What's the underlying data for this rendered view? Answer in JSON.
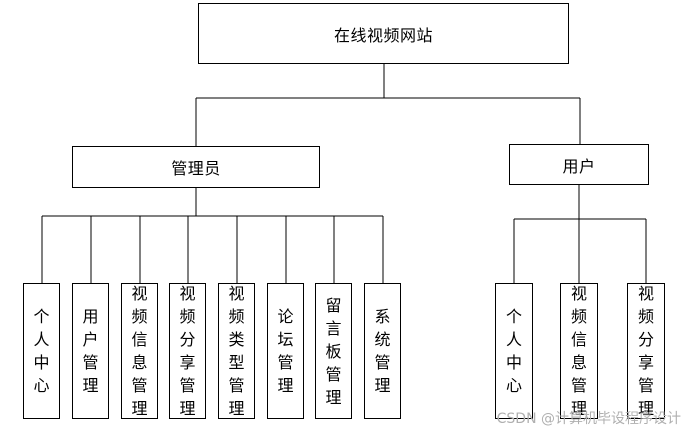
{
  "root": {
    "label": "在线视频网站"
  },
  "branches": [
    {
      "label": "管理员",
      "children": [
        "个人中心",
        "用户管理",
        "视频信息管理",
        "视频分享管理",
        "视频类型管理",
        "论坛管理",
        "留言板管理",
        "系统管理"
      ]
    },
    {
      "label": "用户",
      "children": [
        "个人中心",
        "视频信息管理",
        "视频分享管理"
      ]
    }
  ],
  "watermark": {
    "text": "CSDN @计算机毕设程序设计"
  }
}
